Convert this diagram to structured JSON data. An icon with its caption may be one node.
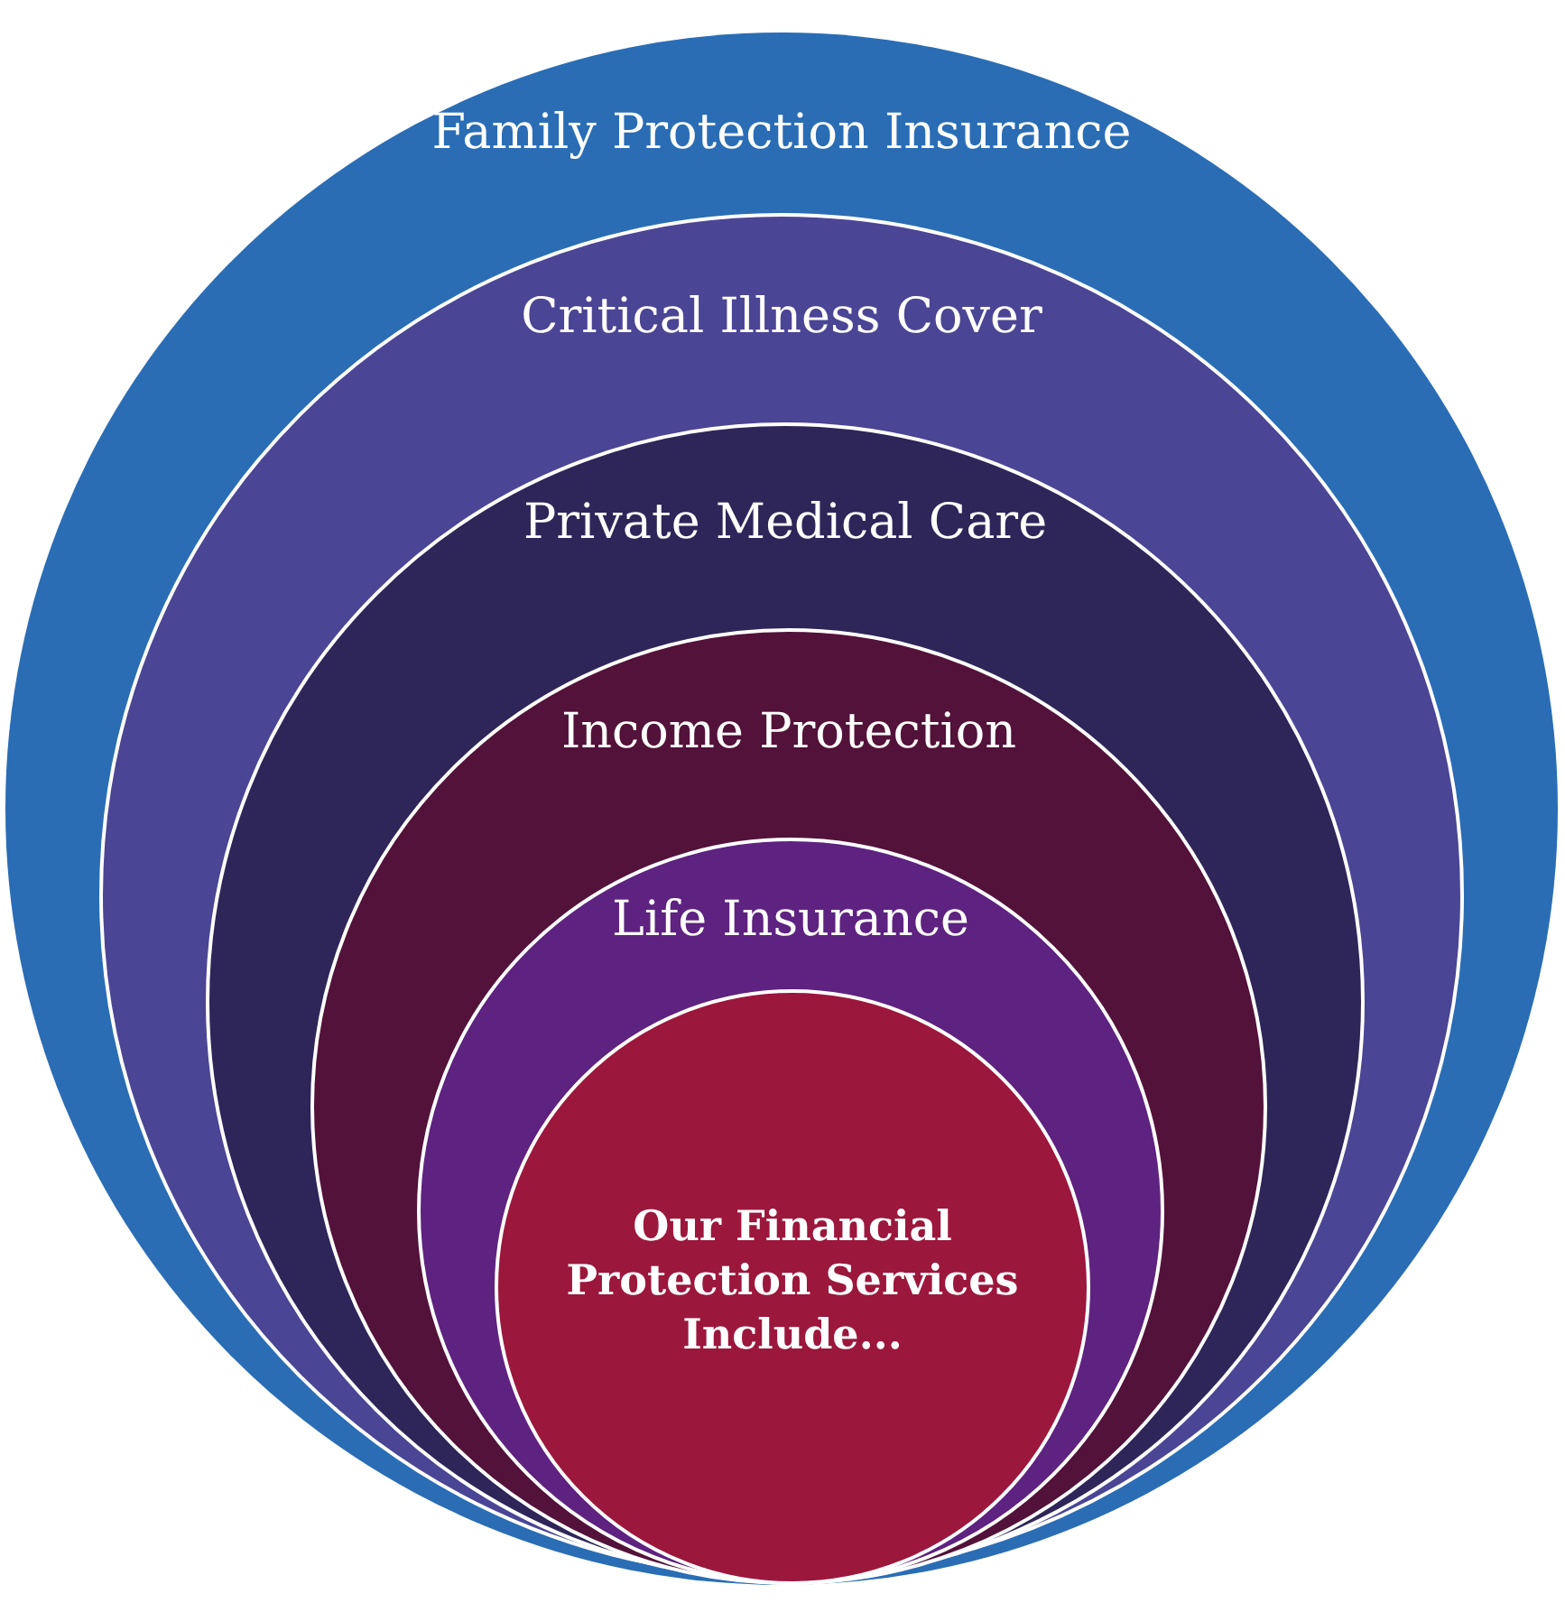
{
  "diagram": {
    "nodes": [
      {
        "text": [
          "Family Protection Insurance"
        ]
      },
      {
        "text": [
          "Critical Illness Cover"
        ],
        "in": 0
      },
      {
        "text": [
          "Private Medical Care"
        ],
        "in": 1
      },
      {
        "text": [
          "Income Protection"
        ],
        "in": 2
      },
      {
        "text": [
          "Life Insurance"
        ],
        "in": 3
      },
      {
        "text": [
          "Our Financial Protection Services Include..."
        ],
        "in": 4
      }
    ]
  }
}
